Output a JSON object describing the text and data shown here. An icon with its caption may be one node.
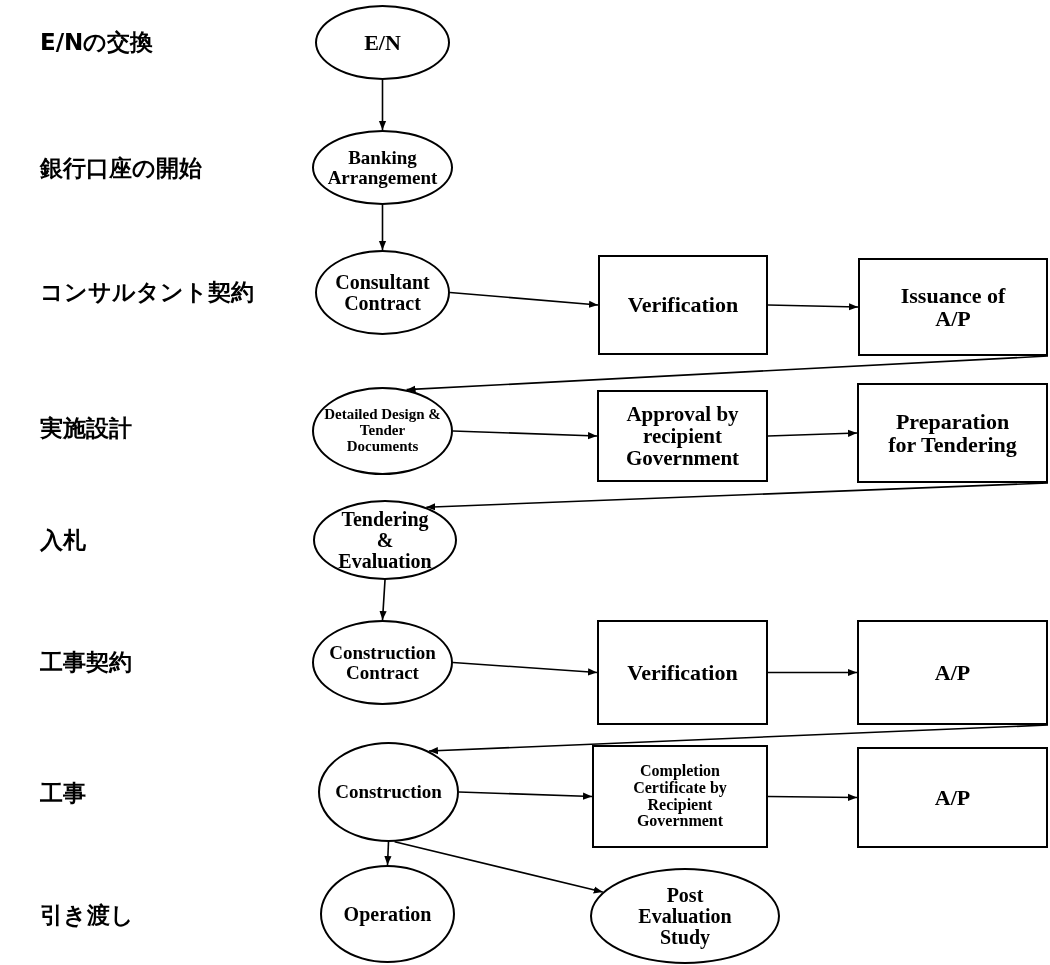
{
  "diagram": {
    "nodes": [
      {
        "text": [
          "E/N"
        ]
      },
      {
        "text": [
          "Banking Arrangement"
        ]
      },
      {
        "text": [
          "Consultant Contract"
        ]
      },
      {
        "text": [
          "Verification"
        ]
      },
      {
        "text": [
          "Issuance of A/P"
        ]
      },
      {
        "text": [
          "Detailed Design & Tender Documents"
        ]
      },
      {
        "text": [
          "Approval by recipient Government"
        ]
      },
      {
        "text": [
          "Preparation for Tendering"
        ]
      },
      {
        "text": [
          "Tendering & Evaluation"
        ]
      },
      {
        "text": [
          "Construction Contract"
        ]
      },
      {
        "text": [
          "Verification"
        ]
      },
      {
        "text": [
          "A/P"
        ]
      },
      {
        "text": [
          "Construction"
        ]
      },
      {
        "text": [
          "Completion Certificate by Recipient Government"
        ]
      },
      {
        "text": [
          "A/P"
        ]
      },
      {
        "text": [
          "Operation"
        ]
      },
      {
        "text": [
          "Post Evaluation Study"
        ]
      }
    ],
    "edges": [
      {
        "from": 0,
        "to": 1,
        "arrow": "to"
      },
      {
        "from": 1,
        "to": 2,
        "arrow": "to"
      },
      {
        "from": 2,
        "to": 3,
        "arrow": "to"
      },
      {
        "from": 3,
        "to": 4,
        "arrow": "to"
      },
      {
        "from": 4,
        "to": 5,
        "arrow": "to"
      },
      {
        "from": 5,
        "to": 6,
        "arrow": "to"
      },
      {
        "from": 6,
        "to": 7,
        "arrow": "to"
      },
      {
        "from": 7,
        "to": 8,
        "arrow": "to"
      },
      {
        "from": 8,
        "to": 9,
        "arrow": "to"
      },
      {
        "from": 9,
        "to": 10,
        "arrow": "to"
      },
      {
        "from": 10,
        "to": 11,
        "arrow": "to"
      },
      {
        "from": 11,
        "to": 12,
        "arrow": "to"
      },
      {
        "from": 12,
        "to": 13,
        "arrow": "to"
      },
      {
        "from": 13,
        "to": 14,
        "arrow": "to"
      },
      {
        "from": 12,
        "to": 15,
        "arrow": "to"
      },
      {
        "from": 12,
        "to": 16,
        "arrow": "to"
      }
    ],
    "labels": [
      "E/Nの交換",
      "銀行口座の開始",
      "コンサルタント契約",
      "実施設計",
      "入札",
      "工事契約",
      "工事",
      "引き渡し"
    ]
  }
}
